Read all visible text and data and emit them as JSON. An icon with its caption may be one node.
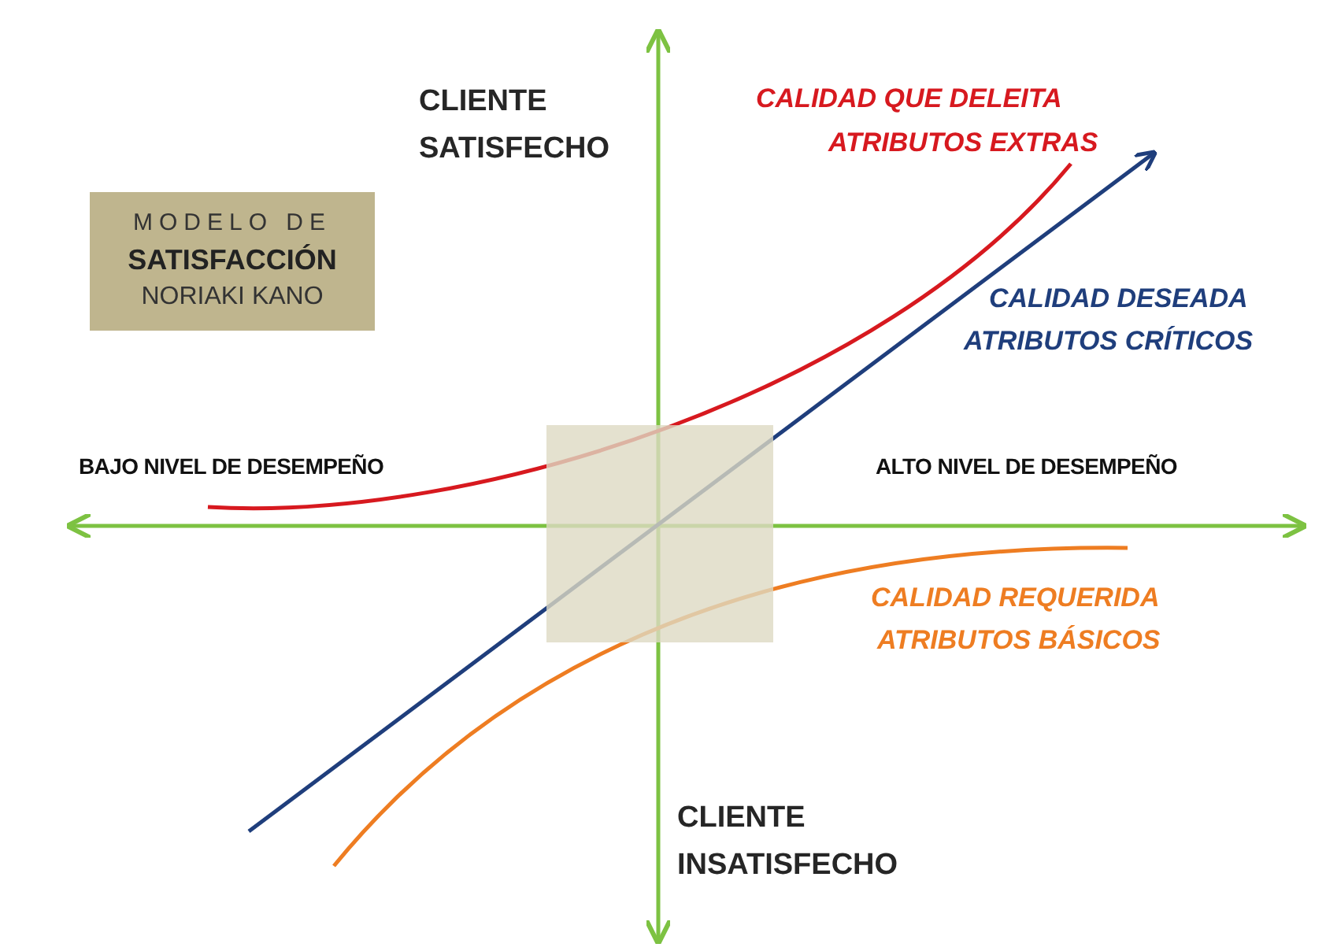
{
  "diagram": {
    "nodes": [
      {
        "text": [
          "MODELO DE",
          "SATISFACCIÓN",
          "NORIAKI KANO"
        ]
      },
      {
        "text": [],
        "shape": "box"
      }
    ],
    "labels": [
      "CLIENTE SATISFECHO",
      "CALIDAD QUE DELEITA",
      "ATRIBUTOS EXTRAS",
      "CALIDAD DESEADA",
      "ATRIBUTOS CRÍTICOS",
      "BAJO NIVEL DE DESEMPEÑO",
      "ALTO NIVEL DE DESEMPEÑO",
      "CALIDAD REQUERIDA",
      "ATRIBUTOS BÁSICOS",
      "CLIENTE INSATISFECHO"
    ]
  }
}
